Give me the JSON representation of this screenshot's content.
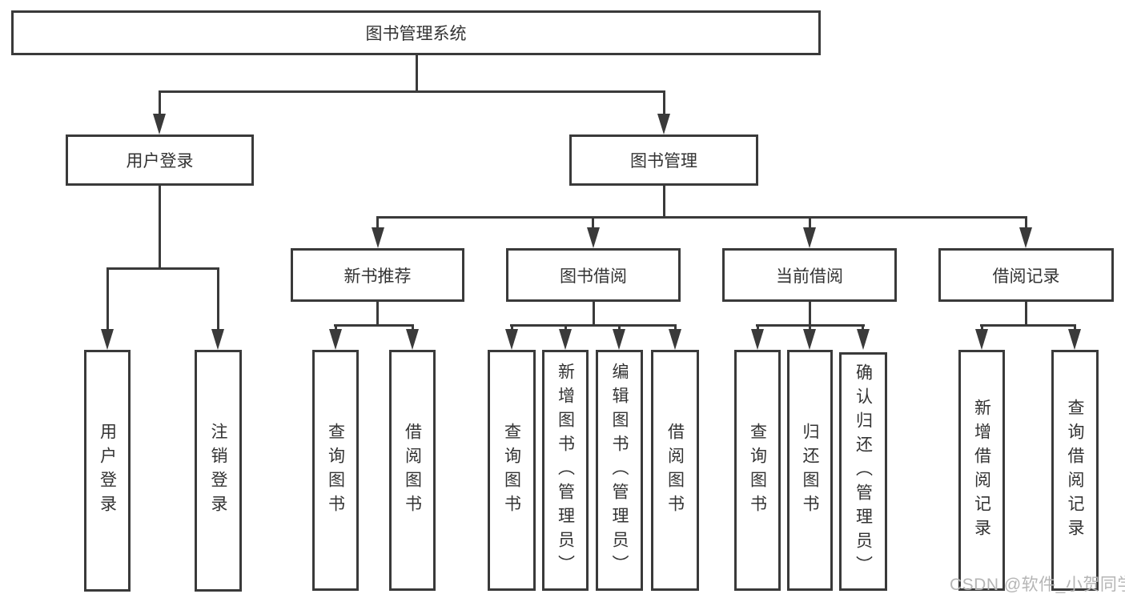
{
  "colors": {
    "line": "#3a3a3a",
    "text": "#333333",
    "watermark": "#b5b5b5",
    "bg": "#ffffff"
  },
  "watermark": "CSDN @软件_小贺同学",
  "root": {
    "label": "图书管理系统"
  },
  "branches": {
    "user_login": {
      "label": "用户登录",
      "children": [
        "用户登录",
        "注销登录"
      ]
    },
    "book_management": {
      "label": "图书管理",
      "sections": {
        "new_book": {
          "label": "新书推荐",
          "children": [
            "查询图书",
            "借阅图书"
          ]
        },
        "book_borrow": {
          "label": "图书借阅",
          "children": [
            "查询图书",
            "新增图书（管理员）",
            "编辑图书（管理员）",
            "借阅图书"
          ]
        },
        "current_borrow": {
          "label": "当前借阅",
          "children": [
            "查询图书",
            "归还图书",
            "确认归还（管理员）"
          ]
        },
        "borrow_record": {
          "label": "借阅记录",
          "children": [
            "新增借阅记录",
            "查询借阅记录"
          ]
        }
      }
    }
  }
}
